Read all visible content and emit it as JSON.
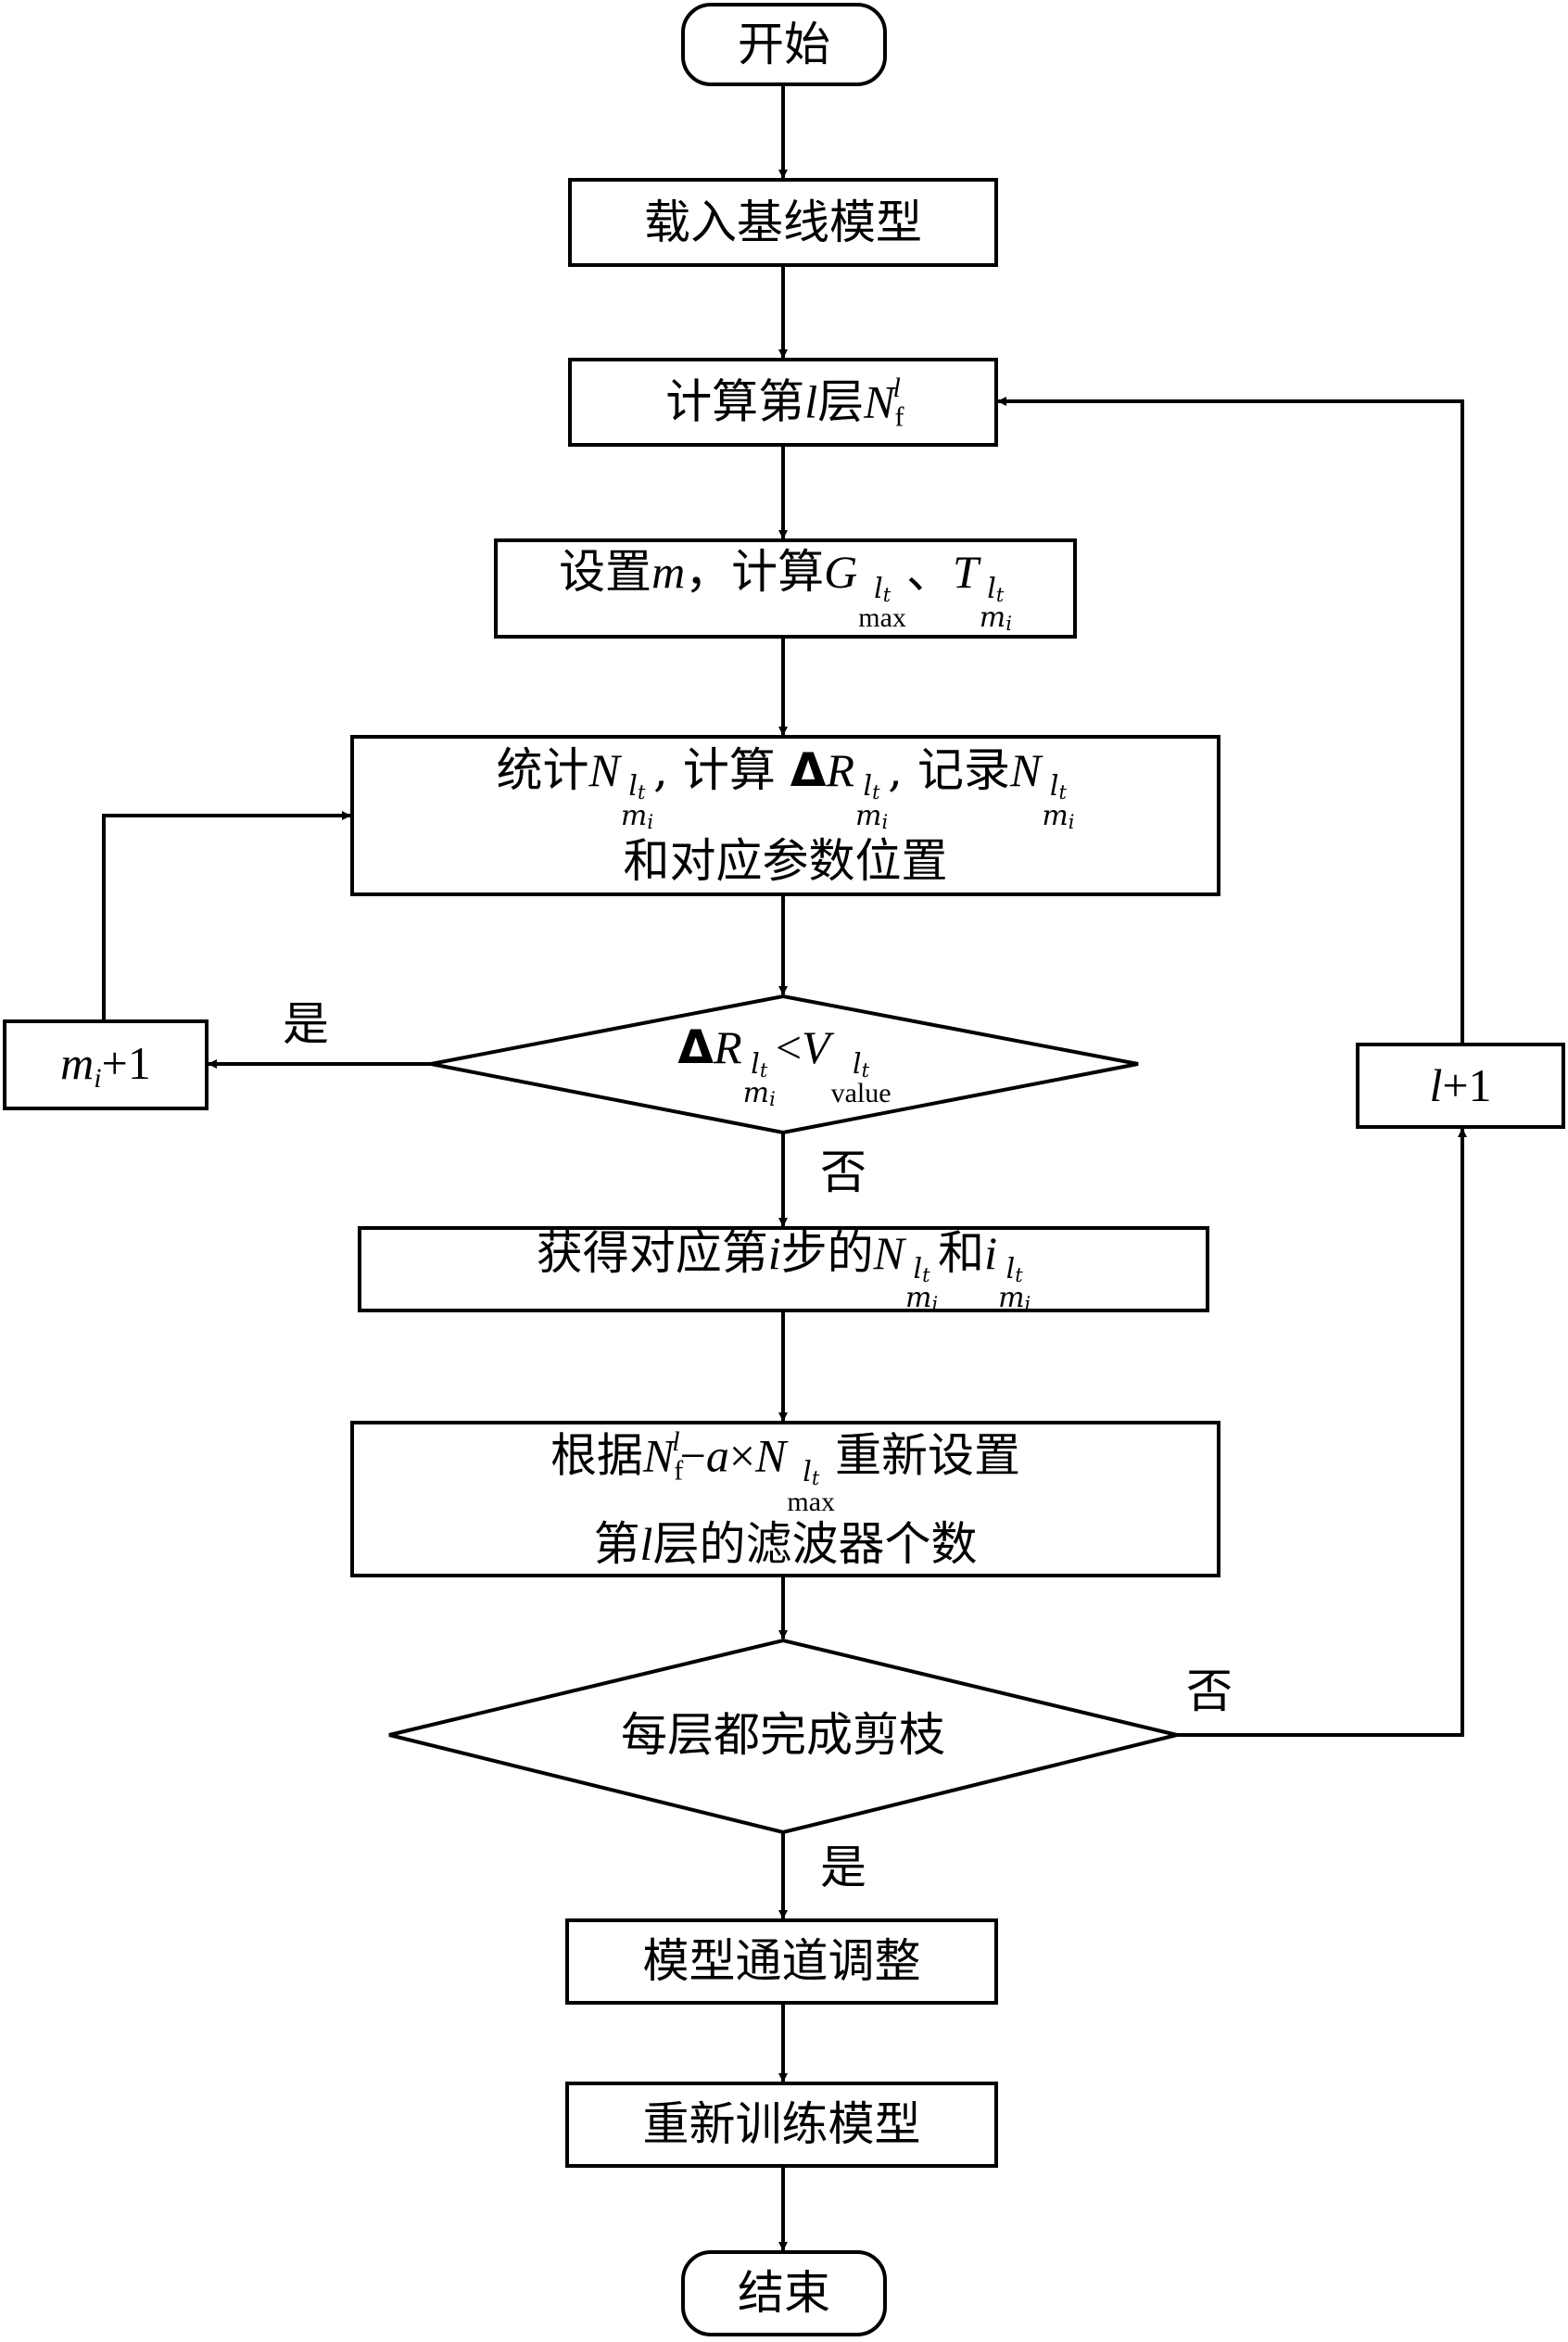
{
  "nodes": {
    "start": "开始",
    "load": "载入基线模型",
    "calc_nf": {
      "a": "计算第",
      "b": "层"
    },
    "set_m": {
      "a": "设置",
      "b": "，计算",
      "c": "、"
    },
    "stat": {
      "a": "统计",
      "b": ", 计算 ",
      "c": ", 记录",
      "line2": "和对应参数位置"
    },
    "mi_plus": "+1",
    "cond1_text": "<",
    "cond1_sub": "value",
    "get": {
      "a": "获得对应第",
      "b": "步的",
      "c": "和"
    },
    "reset": {
      "a": "根据",
      "b": "−",
      "c": "×",
      "d": "重新设置",
      "line2a": "第",
      "line2b": "层的滤波器个数"
    },
    "cond2": "每层都完成剪枝",
    "l_plus": "+1",
    "adjust": "模型通道调整",
    "retrain": "重新训练模型",
    "end": "结束"
  },
  "edge_labels": {
    "yes1": "是",
    "no1": "否",
    "no2": "否",
    "yes2": "是"
  },
  "symbols": {
    "l": "l",
    "m": "m",
    "i": "i",
    "t": "t",
    "a": "a",
    "N": "N",
    "f": "f",
    "G": "G",
    "max": "max",
    "T": "T",
    "Delta": "Δ",
    "R": "R",
    "V": "V"
  },
  "colors": {
    "stroke": "#000000",
    "fill": "#ffffff"
  }
}
